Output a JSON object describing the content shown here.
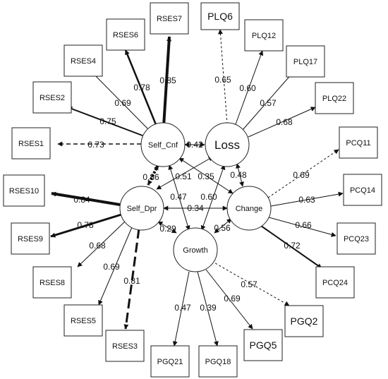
{
  "latent": {
    "self_cnf": "Self_Cnf",
    "loss": "Loss",
    "self_dpr": "Self_Dpr",
    "change": "Change",
    "growth": "Growth"
  },
  "indicators": {
    "rses7": "RSES7",
    "rses6": "RSES6",
    "rses4": "RSES4",
    "rses2": "RSES2",
    "rses1": "RSES1",
    "rses10": "RSES10",
    "rses9": "RSES9",
    "rses8": "RSES8",
    "rses5": "RSES5",
    "rses3": "RSES3",
    "plq6": "PLQ6",
    "plq12": "PLQ12",
    "plq17": "PLQ17",
    "plq22": "PLQ22",
    "pcq11": "PCQ11",
    "pcq14": "PCQ14",
    "pcq23": "PCQ23",
    "pcq24": "PCQ24",
    "pgq2": "PGQ2",
    "pgq5": "PGQ5",
    "pgq18": "PGQ18",
    "pgq21": "PGQ21"
  },
  "loadings": {
    "rses7": "0.85",
    "rses6": "0.78",
    "rses4": "0.69",
    "rses2": "0.75",
    "rses1": "0.73",
    "rses10": "0.84",
    "rses9": "0.78",
    "rses8": "0.68",
    "rses5": "0.69",
    "rses3": "0.81",
    "plq6": "0.65",
    "plq12": "0.60",
    "plq17": "0.57",
    "plq22": "0.68",
    "pcq11": "0.69",
    "pcq14": "0.63",
    "pcq23": "0.66",
    "pcq24": "0.72",
    "pgq2": "0.57",
    "pgq5": "0.69",
    "pgq18": "0.39",
    "pgq21": "0.47"
  },
  "correlations": {
    "cnf_loss": "0.42",
    "cnf_dpr": "0.86",
    "cnf_change": "0.35",
    "cnf_growth": "0.47",
    "loss_dpr": "0.51",
    "loss_change": "0.48",
    "loss_growth": "0.60",
    "dpr_change": "0.34",
    "dpr_growth": "0.29",
    "change_growth": "0.56"
  }
}
